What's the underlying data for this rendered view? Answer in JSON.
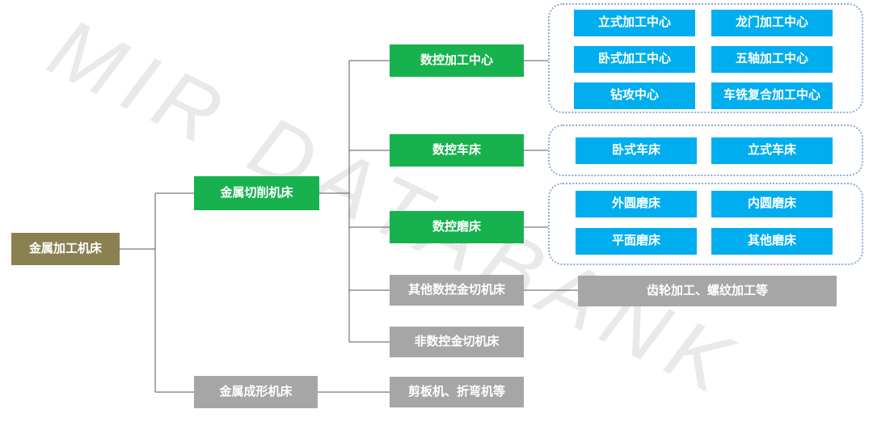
{
  "watermark": {
    "text": "MIR DATABANK",
    "color": "#e9e9e9"
  },
  "colors": {
    "root_box": "#8a8153",
    "green_box": "#17b24e",
    "cyan_box": "#00aeef",
    "gray_box": "#a6a6a6",
    "box_text": "#ffffff",
    "connector_line": "#595959",
    "group_border": "#8ea9db"
  },
  "nodes": {
    "root": {
      "label": "金属加工机床"
    },
    "cutting": {
      "label": "金属切削机床"
    },
    "forming": {
      "label": "金属成形机床"
    },
    "cnc_machining_center": {
      "label": "数控加工中心"
    },
    "cnc_lathe": {
      "label": "数控车床"
    },
    "cnc_grinder": {
      "label": "数控磨床"
    },
    "other_cnc": {
      "label": "其他数控金切机床"
    },
    "non_cnc": {
      "label": "非数控金切机床"
    },
    "forming_examples": {
      "label": "剪板机、折弯机等"
    },
    "gear_thread": {
      "label": "齿轮加工、螺纹加工等"
    },
    "machining_center_types": [
      "立式加工中心",
      "龙门加工中心",
      "卧式加工中心",
      "五轴加工中心",
      "钻攻中心",
      "车铣复合加工中心"
    ],
    "lathe_types": [
      "卧式车床",
      "立式车床"
    ],
    "grinder_types": [
      "外圆磨床",
      "内圆磨床",
      "平面磨床",
      "其他磨床"
    ]
  }
}
